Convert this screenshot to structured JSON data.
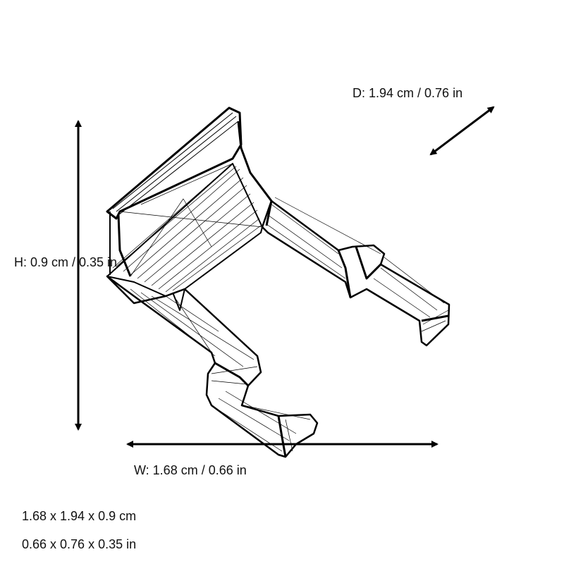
{
  "dimensions": {
    "depth_label": "D: 1.94 cm / 0.76 in",
    "height_label": "H: 0.9 cm / 0.35 in",
    "width_label": "W: 1.68 cm / 0.66 in",
    "summary_cm": "1.68 x 1.94 x 0.9 cm",
    "summary_in": "0.66 x 0.76 x 0.35 in"
  },
  "model": {
    "render_style": "wireframe",
    "stroke_color": "#000000"
  },
  "colors": {
    "background": "#ffffff",
    "text": "#111111",
    "arrow": "#000000"
  }
}
